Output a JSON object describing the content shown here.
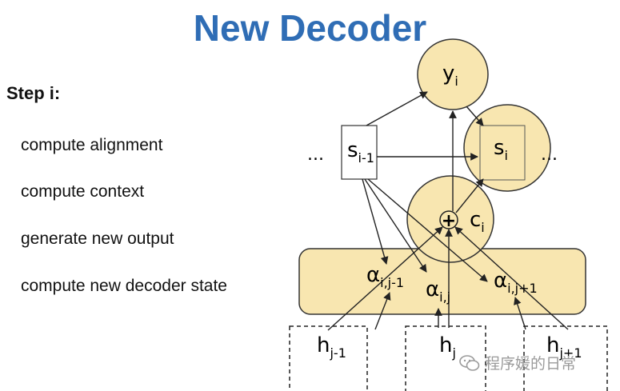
{
  "title": "New Decoder",
  "steps": {
    "heading": "Step i:",
    "items": [
      "compute alignment",
      "compute context",
      "generate new output",
      "compute new decoder state"
    ]
  },
  "diagram": {
    "output_node": {
      "base": "y",
      "sub": "i"
    },
    "prev_state": {
      "base": "s",
      "sub": "i-1"
    },
    "new_state": {
      "base": "s",
      "sub": "i"
    },
    "context": {
      "base": "c",
      "sub": "i"
    },
    "plus_symbol": "+",
    "ellipsis_left": "...",
    "ellipsis_right": "...",
    "alignments": [
      {
        "base": "α",
        "sub": "i,j-1"
      },
      {
        "base": "α",
        "sub": "i,j"
      },
      {
        "base": "α",
        "sub": "i,j+1"
      }
    ],
    "encoder_states": [
      {
        "base": "h",
        "sub": "j-1"
      },
      {
        "base": "h",
        "sub": "j"
      },
      {
        "base": "h",
        "sub": "j+1"
      }
    ]
  },
  "watermark": "程序媛的日常",
  "colors": {
    "title": "#2f6db5",
    "node_fill": "#f8e6b0",
    "stroke": "#333333"
  }
}
